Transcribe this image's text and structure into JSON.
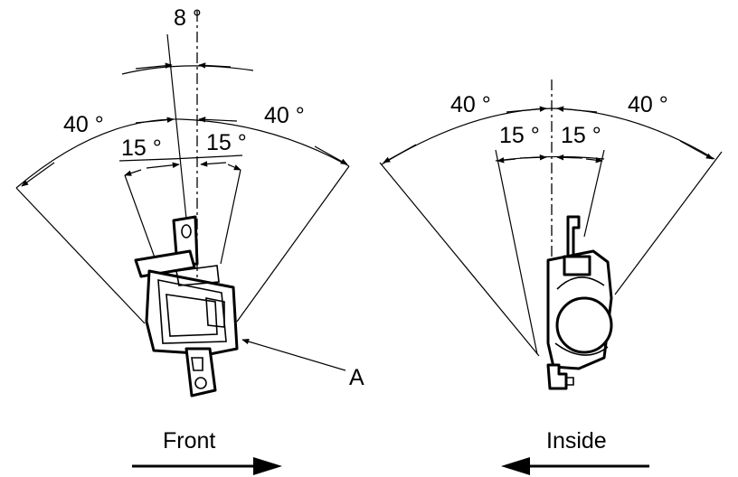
{
  "labels": {
    "top_angle": "8 °",
    "left_outer_left": "40 °",
    "left_outer_right": "40 °",
    "left_inner_left": "15 °",
    "left_inner_right": "15 °",
    "right_outer_left": "40 °",
    "right_outer_right": "40 °",
    "right_inner_left": "15 °",
    "right_inner_right": "15 °",
    "callout_a": "A",
    "front": "Front",
    "inside": "Inside"
  }
}
